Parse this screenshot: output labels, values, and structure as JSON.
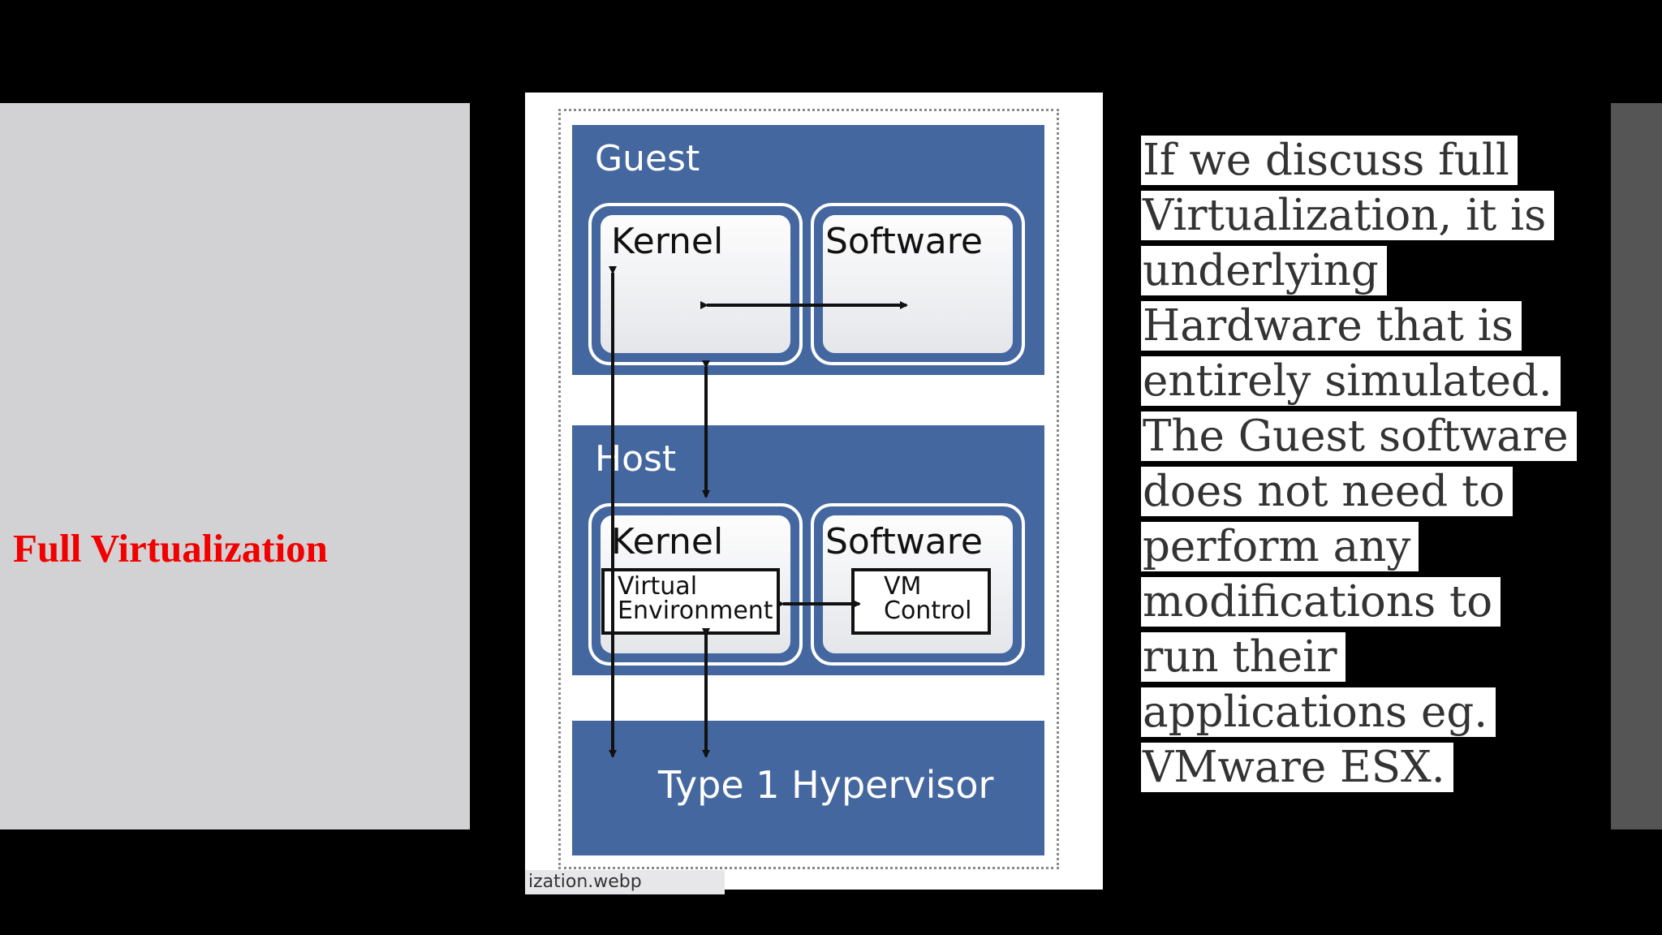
{
  "left_panel": {
    "title": "Full Virtualization"
  },
  "diagram": {
    "guest": {
      "label": "Guest",
      "kernel": "Kernel",
      "software": "Software"
    },
    "host": {
      "label": "Host",
      "kernel": "Kernel",
      "software": "Software",
      "virtual_env_line1": "Virtual",
      "virtual_env_line2": "Environment",
      "vm_control_line1": "VM",
      "vm_control_line2": "Control"
    },
    "hypervisor": "Type 1 Hypervisor",
    "file_name": "ization.webp"
  },
  "description": {
    "lines": [
      "If we discuss full",
      "Virtualization, it is",
      "underlying",
      "Hardware that is",
      "entirely simulated.",
      "The Guest software",
      "does not need to",
      "perform any",
      "modifications to",
      "run their",
      "applications eg.",
      "VMware ESX."
    ]
  }
}
